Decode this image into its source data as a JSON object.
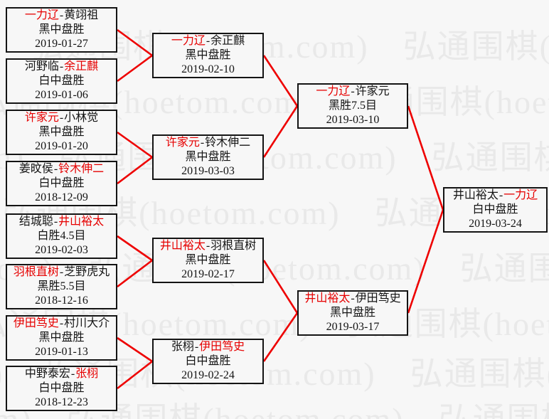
{
  "watermark": {
    "text": "弘通围棋(hoetom.com)"
  },
  "ui": {
    "separator": "-"
  },
  "colors": {
    "connector_red": "#ee0000",
    "winner_red": "#e60000",
    "text_black": "#141414",
    "border_black": "#141414",
    "background": "#f7f7f7",
    "watermark_gray": "#e9e9e9"
  },
  "bracket": {
    "round_of_16": [
      {
        "p1": "一力辽",
        "p2": "黄翊祖",
        "winner": "p1",
        "result": "黑中盘胜",
        "date": "2019-01-27"
      },
      {
        "p1": "河野临",
        "p2": "余正麒",
        "winner": "p2",
        "result": "白中盘胜",
        "date": "2019-01-06"
      },
      {
        "p1": "许家元",
        "p2": "小林觉",
        "winner": "p1",
        "result": "黑中盘胜",
        "date": "2019-01-20"
      },
      {
        "p1": "姜旼侯",
        "p2": "铃木伸二",
        "winner": "p2",
        "result": "白中盘胜",
        "date": "2018-12-09"
      },
      {
        "p1": "结城聪",
        "p2": "井山裕太",
        "winner": "p2",
        "result": "白胜4.5目",
        "date": "2019-02-03"
      },
      {
        "p1": "羽根直树",
        "p2": "芝野虎丸",
        "winner": "p1",
        "result": "黑胜5.5目",
        "date": "2018-12-16"
      },
      {
        "p1": "伊田笃史",
        "p2": "村川大介",
        "winner": "p1",
        "result": "黑中盘胜",
        "date": "2019-01-13"
      },
      {
        "p1": "中野泰宏",
        "p2": "张栩",
        "winner": "p2",
        "result": "白中盘胜",
        "date": "2018-12-23"
      }
    ],
    "quarterfinals": [
      {
        "p1": "一力辽",
        "p2": "余正麒",
        "winner": "p1",
        "result": "黑中盘胜",
        "date": "2019-02-10"
      },
      {
        "p1": "许家元",
        "p2": "铃木伸二",
        "winner": "p1",
        "result": "黑中盘胜",
        "date": "2019-03-03"
      },
      {
        "p1": "井山裕太",
        "p2": "羽根直树",
        "winner": "p1",
        "result": "黑中盘胜",
        "date": "2019-02-17"
      },
      {
        "p1": "张栩",
        "p2": "伊田笃史",
        "winner": "p2",
        "result": "白中盘胜",
        "date": "2019-02-24"
      }
    ],
    "semifinals": [
      {
        "p1": "一力辽",
        "p2": "许家元",
        "winner": "p1",
        "result": "黑胜7.5目",
        "date": "2019-03-10"
      },
      {
        "p1": "井山裕太",
        "p2": "伊田笃史",
        "winner": "p1",
        "result": "黑中盘胜",
        "date": "2019-03-17"
      }
    ],
    "final": {
      "p1": "井山裕太",
      "p2": "一力辽",
      "winner": "p2",
      "result": "白中盘胜",
      "date": "2019-03-24"
    }
  }
}
